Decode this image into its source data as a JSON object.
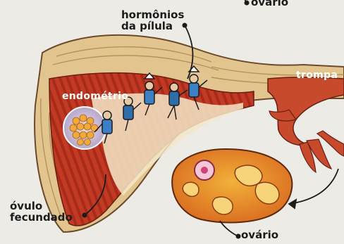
{
  "labels": {
    "top_ovary": "ovário",
    "hormones_line1": "hormônios",
    "hormones_line2": "da pílula",
    "tube": "trompa",
    "endometrium": "endométrio",
    "ovum_line1": "óvulo",
    "ovum_line2": "fecundado",
    "bottom_ovary": "ovário"
  }
}
